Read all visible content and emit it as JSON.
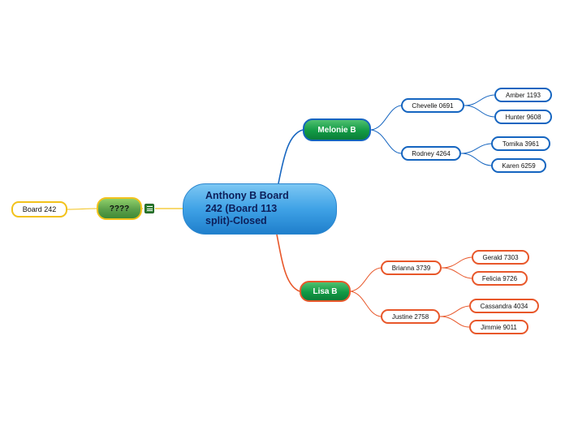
{
  "central": {
    "label": "Anthony B Board\n242 (Board 113\nsplit)-Closed"
  },
  "left_branch": {
    "label": "????",
    "child": "Board 242"
  },
  "top_branch": {
    "label": "Melonie B",
    "groups": [
      {
        "label": "Chevelle 0691",
        "children": [
          "Amber 1193",
          "Hunter 9608"
        ]
      },
      {
        "label": "Rodney 4264",
        "children": [
          "Tomika 3961",
          "Karen 6259"
        ]
      }
    ]
  },
  "bottom_branch": {
    "label": "Lisa B",
    "groups": [
      {
        "label": "Brianna 3739",
        "children": [
          "Gerald 7303",
          "Felicia 9726"
        ]
      },
      {
        "label": "Justine 2758",
        "children": [
          "Cassandra 4034",
          "Jimmie 9011"
        ]
      }
    ]
  },
  "colors": {
    "blue": "#1565c0",
    "red": "#e8572a",
    "yellow": "#f2c21b",
    "green": "#129a45"
  },
  "icons": {
    "note": "note-icon"
  }
}
